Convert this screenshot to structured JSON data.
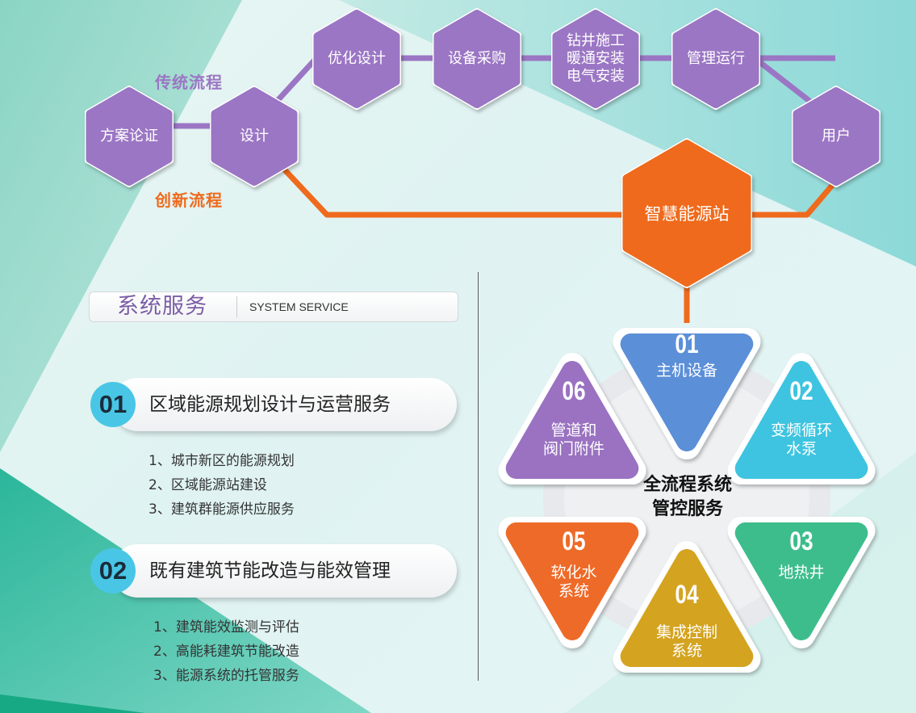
{
  "flow": {
    "traditional_label": "传统流程",
    "innovative_label": "创新流程",
    "nodes": {
      "proposal": "方案论证",
      "design": "设计",
      "optimize": "优化设计",
      "procure": "设备采购",
      "construct": "钻井施工\n暖通安装\n电气安装",
      "operate": "管理运行",
      "user": "用户",
      "smart_station": "智慧能源站"
    },
    "colors": {
      "traditional": "#9b76c4",
      "innovative": "#ef6a1c"
    }
  },
  "section_header": {
    "title": "系统服务",
    "subtitle": "SYSTEM SERVICE"
  },
  "services": [
    {
      "num": "01",
      "title": "区域能源规划设计与运营服务",
      "items": [
        "1、城市新区的能源规划",
        "2、区域能源站建设",
        "3、建筑群能源供应服务"
      ]
    },
    {
      "num": "02",
      "title": "既有建筑节能改造与能效管理",
      "items": [
        "1、建筑能效监测与评估",
        "2、高能耗建筑节能改造",
        "3、能源系统的托管服务"
      ]
    }
  ],
  "wheel": {
    "center": "全流程系统\n管控服务",
    "petals": [
      {
        "num": "01",
        "label": "主机设备",
        "color": "#5b8fd8"
      },
      {
        "num": "02",
        "label": "变频循环\n水泵",
        "color": "#3ec4e0"
      },
      {
        "num": "03",
        "label": "地热井",
        "color": "#3dbd8c"
      },
      {
        "num": "04",
        "label": "集成控制\n系统",
        "color": "#d4a31f"
      },
      {
        "num": "05",
        "label": "软化水\n系统",
        "color": "#ee6a28"
      },
      {
        "num": "06",
        "label": "管道和\n阀门附件",
        "color": "#9a72c1"
      }
    ]
  }
}
